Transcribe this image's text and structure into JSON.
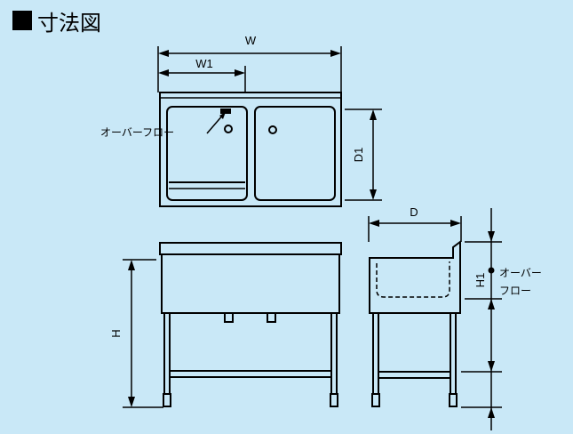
{
  "title": "寸法図",
  "dimensions": {
    "w": "W",
    "w1": "W1",
    "d": "D",
    "d1": "D1",
    "h": "H",
    "h1": "H1"
  },
  "callouts": {
    "overflow_top": "オーバーフロー",
    "overflow_side_line1": "オーバー",
    "overflow_side_line2": "フロー"
  },
  "colors": {
    "background": "#c9e8f7",
    "line": "#000000"
  }
}
